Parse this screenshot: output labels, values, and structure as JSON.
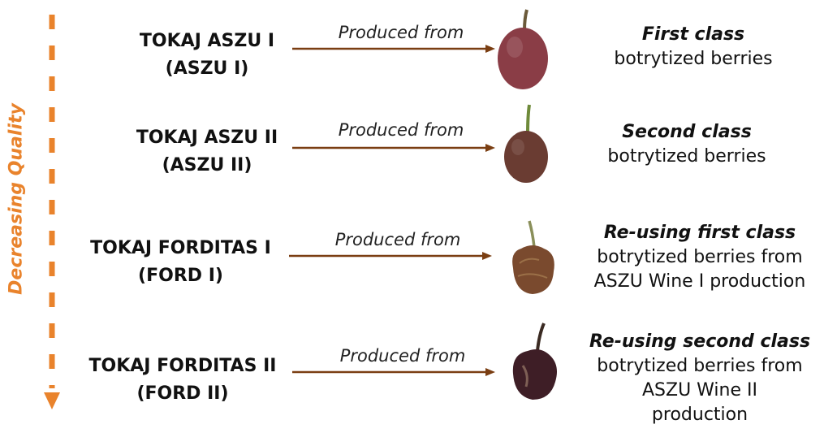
{
  "axis": {
    "label": "Decreasing Quality",
    "color": "#e9832c"
  },
  "arrow_color": "#7a3e12",
  "rows": [
    {
      "wine_line1": "TOKAJ ASZU I",
      "wine_line2": "(ASZU I)",
      "produced": "Produced from",
      "class_label": "First class",
      "desc_lines": [
        "botrytized  berries"
      ],
      "berry_color": "#8a3d46"
    },
    {
      "wine_line1": "TOKAJ ASZU II",
      "wine_line2": "(ASZU II)",
      "produced": "Produced from",
      "class_label": "Second class",
      "desc_lines": [
        "botrytized  berries"
      ],
      "berry_color": "#6a3c32"
    },
    {
      "wine_line1": "TOKAJ FORDITAS I",
      "wine_line2": "(FORD I)",
      "produced": "Produced from",
      "class_label": "Re-using first class",
      "desc_lines": [
        "botrytized  berries from",
        "ASZU Wine I production"
      ],
      "berry_color": "#7a4a2e"
    },
    {
      "wine_line1": "TOKAJ FORDITAS II",
      "wine_line2": "(FORD II)",
      "produced": "Produced from",
      "class_label": "Re-using second class",
      "desc_lines": [
        "botrytized  berries from",
        "ASZU Wine II",
        "production"
      ],
      "berry_color": "#3e1e26"
    }
  ]
}
